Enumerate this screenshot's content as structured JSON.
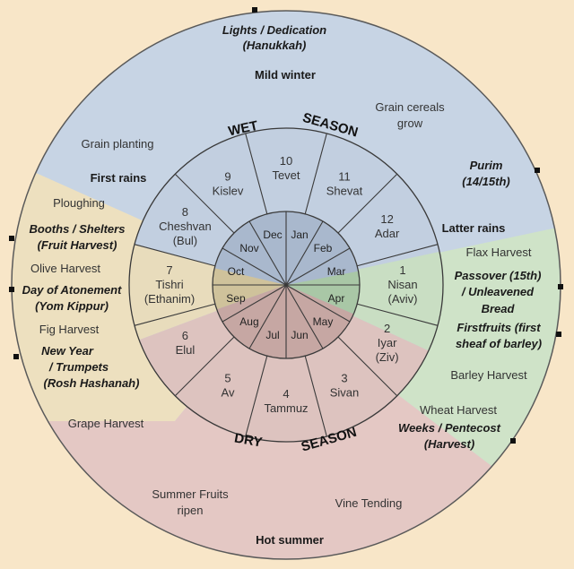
{
  "seasons": {
    "wet": "WET",
    "wet_season": "SEASON",
    "dry": "DRY",
    "dry_season": "SEASON"
  },
  "climate": {
    "mild_winter": "Mild winter",
    "hot_summer": "Hot summer",
    "first_rains": "First rains",
    "latter_rains": "Latter rains"
  },
  "hebrew_months": [
    {
      "num": "10",
      "name": "Tevet",
      "alt": ""
    },
    {
      "num": "11",
      "name": "Shevat",
      "alt": ""
    },
    {
      "num": "12",
      "name": "Adar",
      "alt": ""
    },
    {
      "num": "1",
      "name": "Nisan",
      "alt": "(Aviv)"
    },
    {
      "num": "2",
      "name": "Iyar",
      "alt": "(Ziv)"
    },
    {
      "num": "3",
      "name": "Sivan",
      "alt": ""
    },
    {
      "num": "4",
      "name": "Tammuz",
      "alt": ""
    },
    {
      "num": "5",
      "name": "Av",
      "alt": ""
    },
    {
      "num": "6",
      "name": "Elul",
      "alt": ""
    },
    {
      "num": "7",
      "name": "Tishri",
      "alt": "(Ethanim)"
    },
    {
      "num": "8",
      "name": "Cheshvan",
      "alt": "(Bul)"
    },
    {
      "num": "9",
      "name": "Kislev",
      "alt": ""
    }
  ],
  "gregorian_months": [
    "Jan",
    "Feb",
    "Mar",
    "Apr",
    "May",
    "Jun",
    "Jul",
    "Aug",
    "Sep",
    "Oct",
    "Nov",
    "Dec"
  ],
  "agriculture": {
    "grain_planting": "Grain planting",
    "grain_cereals_1": "Grain cereals",
    "grain_cereals_2": "grow",
    "ploughing": "Ploughing",
    "olive_harvest": "Olive Harvest",
    "fig_harvest": "Fig Harvest",
    "grape_harvest": "Grape Harvest",
    "summer_fruits_1": "Summer Fruits",
    "summer_fruits_2": "ripen",
    "vine_tending": "Vine Tending",
    "flax_harvest": "Flax Harvest",
    "barley_harvest": "Barley Harvest",
    "wheat_harvest": "Wheat Harvest"
  },
  "festivals": {
    "hanukkah_1": "Lights / Dedication",
    "hanukkah_2": "(Hanukkah)",
    "purim_1": "Purim",
    "purim_2": "(14/15th)",
    "booths_1": "Booths / Shelters",
    "booths_2": "(Fruit Harvest)",
    "atonement_1": "Day of Atonement",
    "atonement_2": "(Yom Kippur)",
    "newyear_1": "New Year",
    "newyear_2": "/ Trumpets",
    "newyear_3": "(Rosh Hashanah)",
    "passover_1": "Passover (15th)",
    "passover_2": "/ Unleavened",
    "passover_3": "Bread",
    "firstfruits_1": "Firstfruits (first",
    "firstfruits_2": "sheaf of barley)",
    "pentecost_1": "Weeks / Pentecost",
    "pentecost_2": "(Harvest)"
  },
  "colors": {
    "background": "#f8e6c8",
    "wet": "#c7d4e4",
    "spring": "#cfe3c8",
    "dry": "#e4c8c4",
    "autumn": "#ede0bf",
    "inner_wet": "#a9b8cd",
    "inner_spring": "#a9c7a6",
    "inner_dry": "#c6a7a3",
    "inner_autumn": "#cfc29b",
    "line": "#3a3a3a"
  }
}
